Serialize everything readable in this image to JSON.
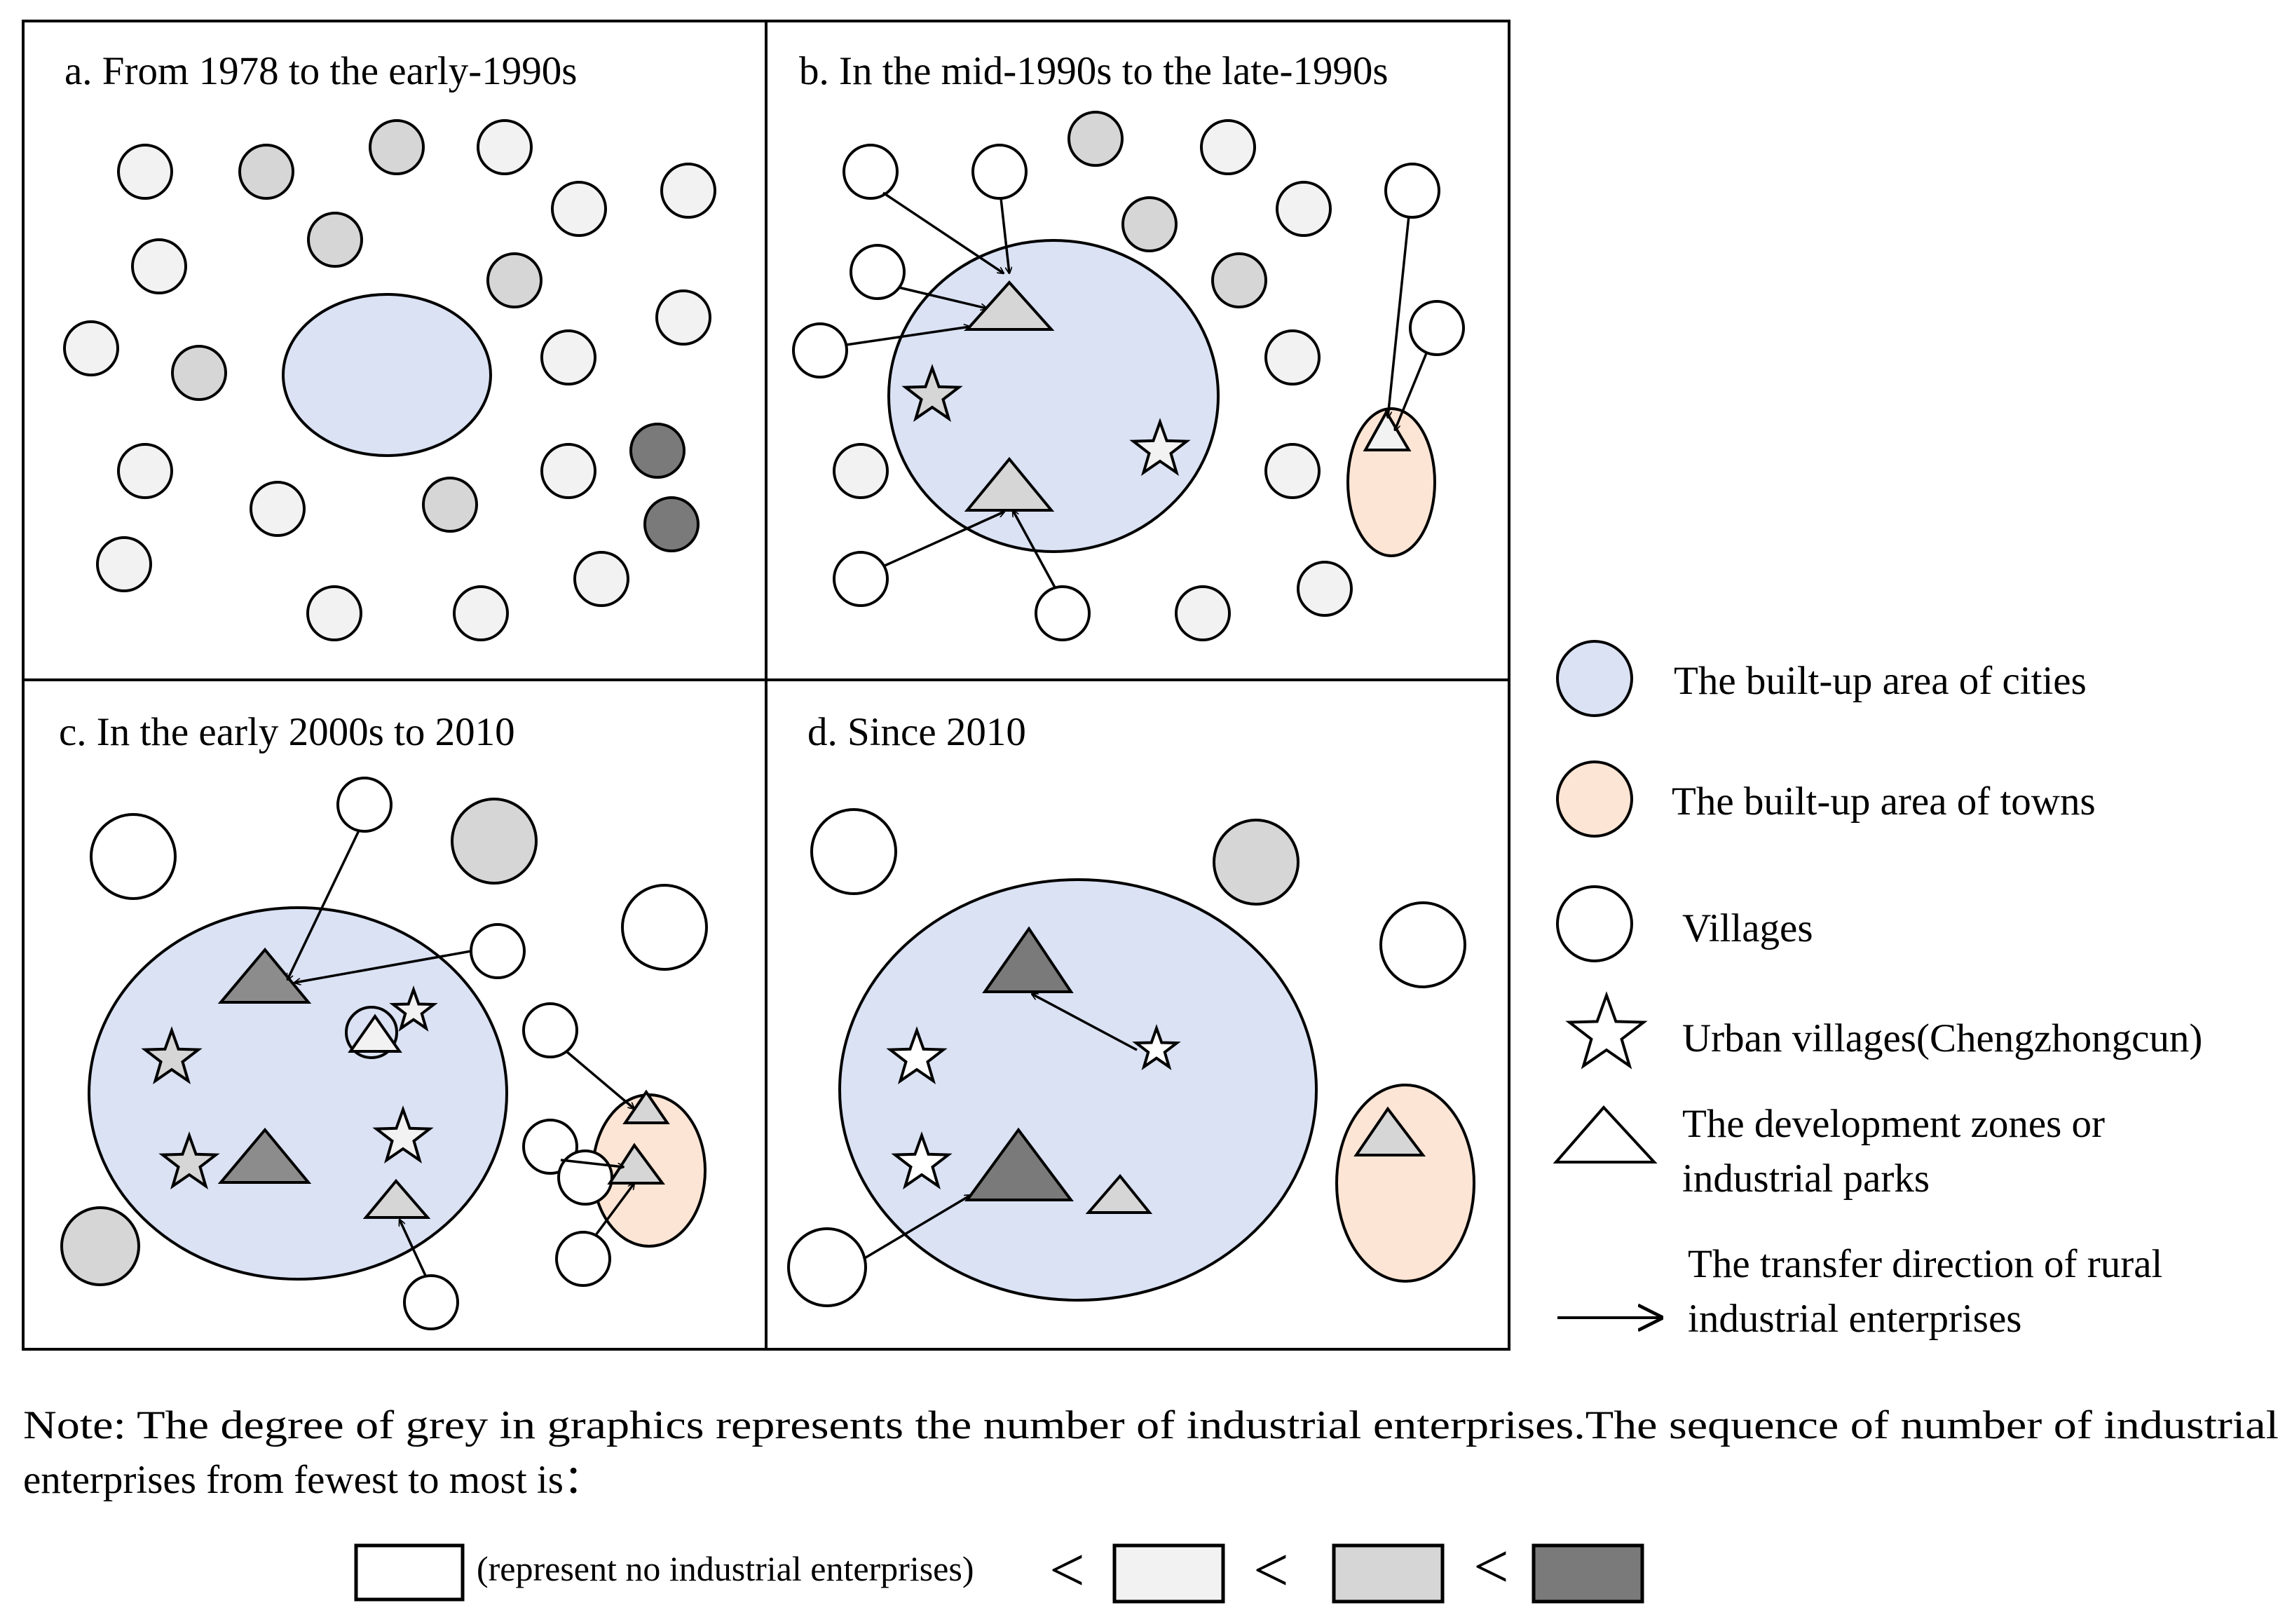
{
  "colors": {
    "city": "#dae2f4",
    "town": "#fde5d5",
    "village_none": "#ffffff",
    "village_light": "#f2f2f2",
    "village_medium": "#d6d6d6",
    "village_dark": "#7a7a7a",
    "stroke": "#000000"
  },
  "panels": {
    "a": {
      "title": "a. From 1978 to the early-1990s"
    },
    "b": {
      "title": "b. In the mid-1990s to the late-1990s"
    },
    "c": {
      "title": "c. In the early 2000s to 2010"
    },
    "d": {
      "title": "d. Since 2010"
    }
  },
  "legend": {
    "city": "The built-up area of cities",
    "town": "The built-up area of towns",
    "village": "Villages",
    "urban_village": "Urban villages(Chengzhongcun)",
    "zone_line1": "The development zones or",
    "zone_line2": "industrial parks",
    "arrow_line1": "The transfer direction of rural",
    "arrow_line2": "industrial enterprises"
  },
  "note": {
    "line1": "Note: The degree of grey in graphics represents the number of industrial enterprises.The sequence  of  number of  industrial",
    "line2": "enterprises  from fewest to most is："
  },
  "scale": {
    "none_label": "(represent  no industrial enterprises)",
    "lt": "<"
  }
}
